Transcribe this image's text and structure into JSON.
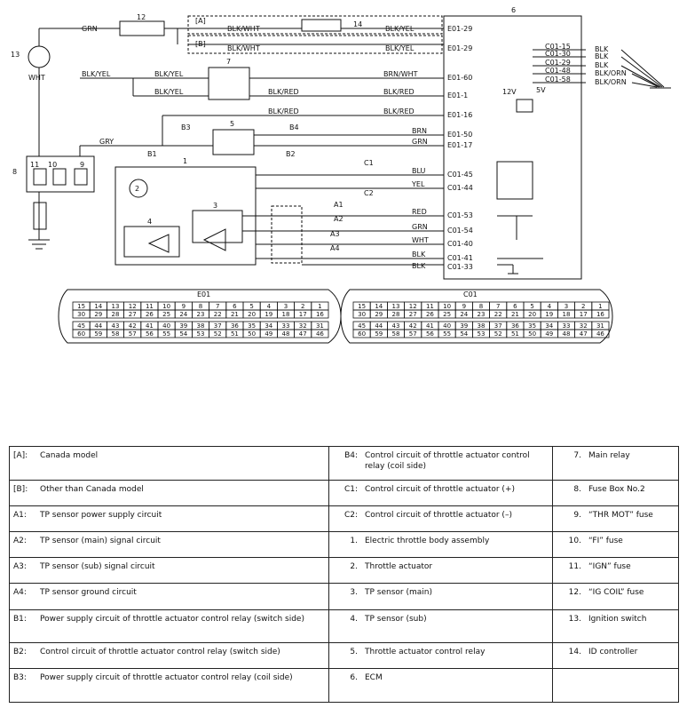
{
  "diagram": {
    "component_numbers": {
      "n1": "1",
      "n2": "2",
      "n3": "3",
      "n4": "4",
      "n5": "5",
      "n6": "6",
      "n7": "7",
      "n8": "8",
      "n9": "9",
      "n10": "10",
      "n11": "11",
      "n12": "12",
      "n13": "13",
      "n14": "14"
    },
    "region_tags": {
      "a": "[A]",
      "b": "[B]"
    },
    "circuit_tags": {
      "b1": "B1",
      "b2": "B2",
      "b3": "B3",
      "b4": "B4",
      "c1": "C1",
      "c2": "C2",
      "a1": "A1",
      "a2": "A2",
      "a3": "A3",
      "a4": "A4"
    },
    "voltages": {
      "v12": "12V",
      "v5": "5V"
    },
    "wire_colors": {
      "grn_top": "GRN",
      "wht": "WHT",
      "blk_wht_a": "BLK/WHT",
      "blk_yel_a": "BLK/YEL",
      "blk_wht_b": "BLK/WHT",
      "blk_yel_b": "BLK/YEL",
      "blk_yel_left": "BLK/YEL",
      "blk_yel_relay1": "BLK/YEL",
      "brn_wht": "BRN/WHT",
      "blk_yel_relay2": "BLK/YEL",
      "blk_red_relay": "BLK/RED",
      "blk_red_ecm1": "BLK/RED",
      "blk_red_b4": "BLK/RED",
      "blk_red_ecm16": "BLK/RED",
      "brn": "BRN",
      "gry": "GRY",
      "grn_17": "GRN",
      "blu": "BLU",
      "yel": "YEL",
      "red": "RED",
      "grn_54": "GRN",
      "wht_40": "WHT",
      "blk_41": "BLK",
      "blk_33": "BLK",
      "gnd_blk1": "BLK",
      "gnd_blk2": "BLK",
      "gnd_blk3": "BLK",
      "gnd_blk_orn1": "BLK/ORN",
      "gnd_blk_orn2": "BLK/ORN"
    },
    "pins": {
      "e01_29a": "E01-29",
      "e01_29b": "E01-29",
      "e01_60": "E01-60",
      "e01_1": "E01-1",
      "e01_16": "E01-16",
      "e01_50": "E01-50",
      "e01_17": "E01-17",
      "c01_45": "C01-45",
      "c01_44": "C01-44",
      "c01_53": "C01-53",
      "c01_54": "C01-54",
      "c01_40": "C01-40",
      "c01_41": "C01-41",
      "c01_33": "C01-33",
      "c01_15": "C01-15",
      "c01_30": "C01-30",
      "c01_29": "C01-29",
      "c01_48": "C01-48",
      "c01_58": "C01-58"
    },
    "connectors": {
      "e01": {
        "title": "E01",
        "rows": [
          [
            "15",
            "14",
            "13",
            "12",
            "11",
            "10",
            "9",
            "8",
            "7",
            "6",
            "5",
            "4",
            "3",
            "2",
            "1"
          ],
          [
            "30",
            "29",
            "28",
            "27",
            "26",
            "25",
            "24",
            "23",
            "22",
            "21",
            "20",
            "19",
            "18",
            "17",
            "16"
          ],
          [
            "45",
            "44",
            "43",
            "42",
            "41",
            "40",
            "39",
            "38",
            "37",
            "36",
            "35",
            "34",
            "33",
            "32",
            "31"
          ],
          [
            "60",
            "59",
            "58",
            "57",
            "56",
            "55",
            "54",
            "53",
            "52",
            "51",
            "50",
            "49",
            "48",
            "47",
            "46"
          ]
        ]
      },
      "c01": {
        "title": "C01",
        "rows": [
          [
            "15",
            "14",
            "13",
            "12",
            "11",
            "10",
            "9",
            "8",
            "7",
            "6",
            "5",
            "4",
            "3",
            "2",
            "1"
          ],
          [
            "30",
            "29",
            "28",
            "27",
            "26",
            "25",
            "24",
            "23",
            "22",
            "21",
            "20",
            "19",
            "18",
            "17",
            "16"
          ],
          [
            "45",
            "44",
            "43",
            "42",
            "41",
            "40",
            "39",
            "38",
            "37",
            "36",
            "35",
            "34",
            "33",
            "32",
            "31"
          ],
          [
            "60",
            "59",
            "58",
            "57",
            "56",
            "55",
            "54",
            "53",
            "52",
            "51",
            "50",
            "49",
            "48",
            "47",
            "46"
          ]
        ]
      }
    }
  },
  "legend": [
    [
      {
        "k": "[A]:",
        "v": "Canada model"
      },
      {
        "k": "B4:",
        "v": "Control circuit of throttle actuator control relay (coil side)"
      },
      {
        "k": "7.",
        "v": "Main relay"
      }
    ],
    [
      {
        "k": "[B]:",
        "v": "Other than Canada model"
      },
      {
        "k": "C1:",
        "v": "Control circuit of throttle actuator (+)"
      },
      {
        "k": "8.",
        "v": "Fuse Box No.2"
      }
    ],
    [
      {
        "k": "A1:",
        "v": "TP sensor power supply circuit"
      },
      {
        "k": "C2:",
        "v": "Control circuit of throttle actuator (–)"
      },
      {
        "k": "9.",
        "v": "“THR MOT” fuse"
      }
    ],
    [
      {
        "k": "A2:",
        "v": "TP sensor (main) signal circuit"
      },
      {
        "k": "1.",
        "v": "Electric throttle body assembly"
      },
      {
        "k": "10.",
        "v": "“FI” fuse"
      }
    ],
    [
      {
        "k": "A3:",
        "v": "TP sensor (sub) signal circuit"
      },
      {
        "k": "2.",
        "v": "Throttle actuator"
      },
      {
        "k": "11.",
        "v": "“IGN” fuse"
      }
    ],
    [
      {
        "k": "A4:",
        "v": "TP sensor ground circuit"
      },
      {
        "k": "3.",
        "v": "TP sensor (main)"
      },
      {
        "k": "12.",
        "v": "“IG COIL” fuse"
      }
    ],
    [
      {
        "k": "B1:",
        "v": "Power supply circuit of throttle actuator control relay (switch side)"
      },
      {
        "k": "4.",
        "v": "TP sensor (sub)"
      },
      {
        "k": "13.",
        "v": "Ignition switch"
      }
    ],
    [
      {
        "k": "B2:",
        "v": "Control circuit of throttle actuator control relay (switch side)"
      },
      {
        "k": "5.",
        "v": "Throttle actuator control relay"
      },
      {
        "k": "14.",
        "v": "ID controller"
      }
    ],
    [
      {
        "k": "B3:",
        "v": "Power supply circuit of throttle actuator control relay (coil side)"
      },
      {
        "k": "6.",
        "v": "ECM"
      },
      {
        "k": "",
        "v": ""
      }
    ]
  ]
}
